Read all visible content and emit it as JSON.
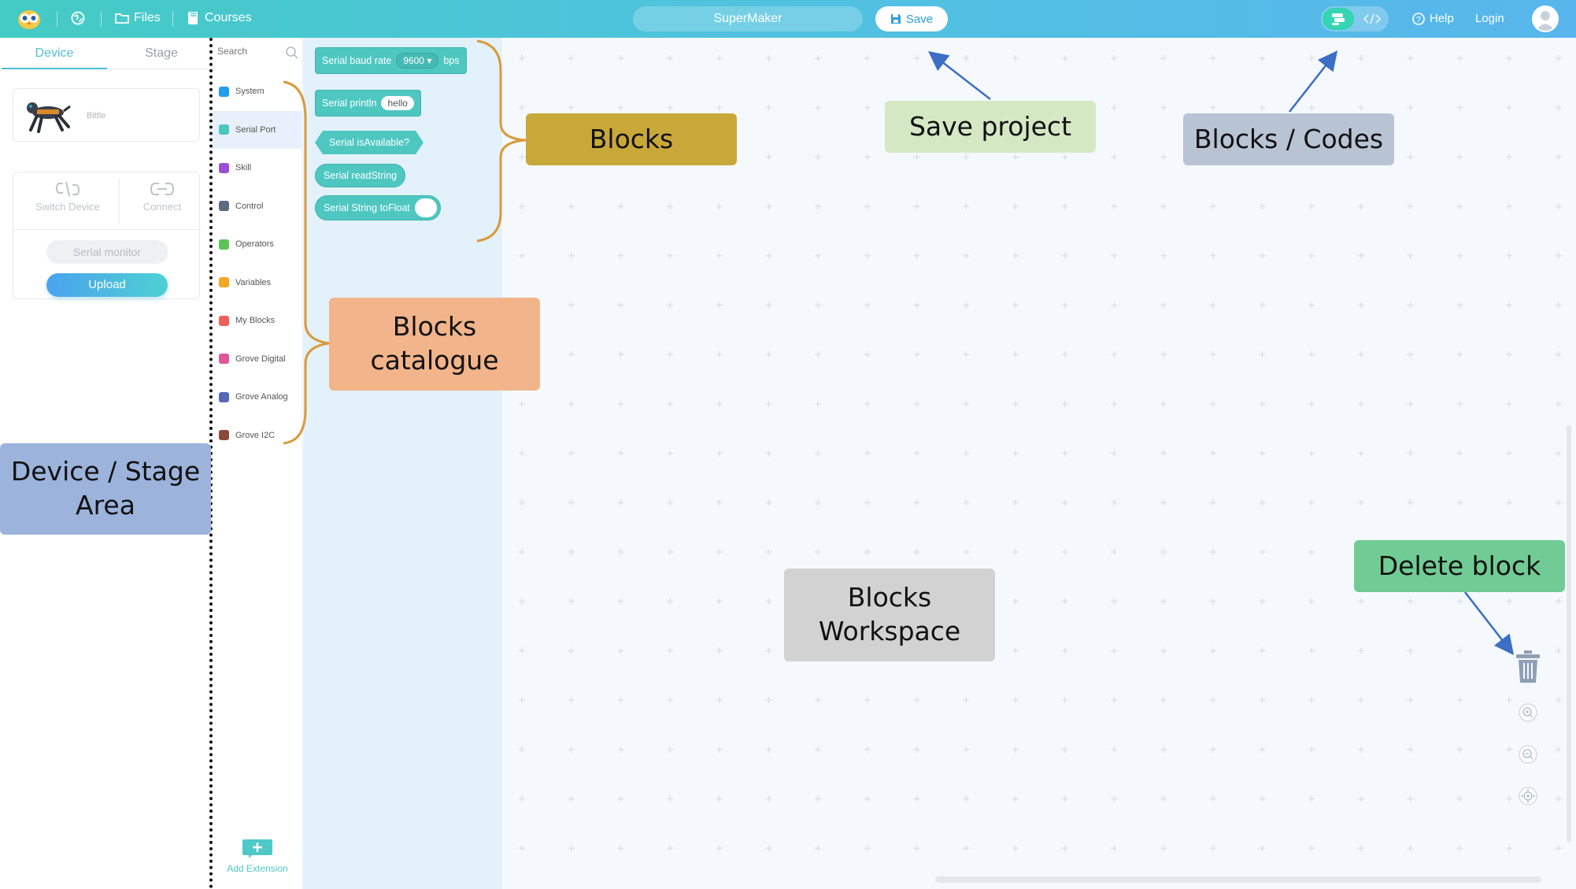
{
  "topbar": {
    "files_label": "Files",
    "courses_label": "Courses",
    "project_name": "SuperMaker",
    "save_label": "Save",
    "help_label": "Help",
    "login_label": "Login",
    "icons": [
      "owl-logo-icon",
      "globe-icon",
      "folder-icon",
      "book-icon",
      "save-icon",
      "blocks-mode-icon",
      "code-mode-icon",
      "help-icon",
      "user-avatar-icon"
    ]
  },
  "device_panel": {
    "tabs": [
      {
        "label": "Device",
        "active": true
      },
      {
        "label": "Stage",
        "active": false
      }
    ],
    "device_name": "Bittle",
    "switch_device_label": "Switch Device",
    "connect_label": "Connect",
    "serial_monitor_label": "Serial monitor",
    "upload_label": "Upload"
  },
  "categories": {
    "search_placeholder": "Search",
    "items": [
      {
        "label": "System",
        "color": "#1e9cf0",
        "active": false
      },
      {
        "label": "Serial Port",
        "color": "#4ec7c1",
        "active": true
      },
      {
        "label": "Skill",
        "color": "#9b4fd6",
        "active": false
      },
      {
        "label": "Control",
        "color": "#5c6a82",
        "active": false
      },
      {
        "label": "Operators",
        "color": "#5cc456",
        "active": false
      },
      {
        "label": "Variables",
        "color": "#f5a623",
        "active": false
      },
      {
        "label": "My Blocks",
        "color": "#f0605a",
        "active": false
      },
      {
        "label": "Grove Digital",
        "color": "#e0569b",
        "active": false
      },
      {
        "label": "Grove Analog",
        "color": "#5568b8",
        "active": false
      },
      {
        "label": "Grove I2C",
        "color": "#8a4a3c",
        "active": false
      }
    ],
    "add_extension_label": "Add Extension"
  },
  "blocks": {
    "baud": {
      "text": "Serial baud rate",
      "value": "9600",
      "unit": "bps"
    },
    "println": {
      "text": "Serial println",
      "value": "hello"
    },
    "is_available": {
      "text": "Serial isAvailable?"
    },
    "read_string": {
      "text": "Serial readString"
    },
    "to_float": {
      "text": "Serial String toFloat"
    }
  },
  "annotations": {
    "blocks": {
      "text": "Blocks",
      "color": "#c8a838"
    },
    "save_project": {
      "text": "Save project",
      "color": "#d4e8c4"
    },
    "blocks_codes": {
      "text": "Blocks / Codes",
      "color": "#b8c4d4"
    },
    "catalogue": {
      "line1": "Blocks",
      "line2": "catalogue",
      "color": "#f2b48a"
    },
    "device_stage": {
      "line1": "Device / Stage",
      "line2": "Area",
      "color": "#9cb4dc"
    },
    "workspace": {
      "line1": "Blocks",
      "line2": "Workspace",
      "color": "#d2d2d2"
    },
    "delete_block": {
      "text": "Delete block",
      "color": "#70cc94"
    },
    "bracket_color": "#d99a3a",
    "arrow_color": "#3b6ec4"
  }
}
